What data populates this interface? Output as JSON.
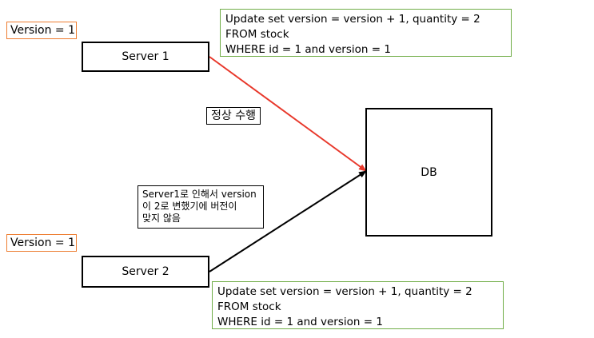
{
  "server1": {
    "version_label": "Version = 1",
    "name": "Server 1",
    "sql": [
      "Update set version = version + 1, quantity = 2",
      "FROM stock",
      "WHERE id = 1 and version = 1"
    ]
  },
  "server2": {
    "version_label": "Version = 1",
    "name": "Server 2",
    "sql": [
      "Update set version = version + 1, quantity = 2",
      "FROM stock",
      "WHERE id = 1 and version = 1"
    ]
  },
  "db": {
    "label": "DB"
  },
  "status": {
    "success_label": "정상 수행"
  },
  "note": {
    "lines": [
      "Server1로 인해서 version",
      "이 2로 변했기에 버전이",
      "맞지 않음"
    ]
  },
  "colors": {
    "version_border": "#ed7d31",
    "sql_border": "#70ad47",
    "arrow_success": "#e8382b",
    "arrow_fail": "#000000"
  }
}
